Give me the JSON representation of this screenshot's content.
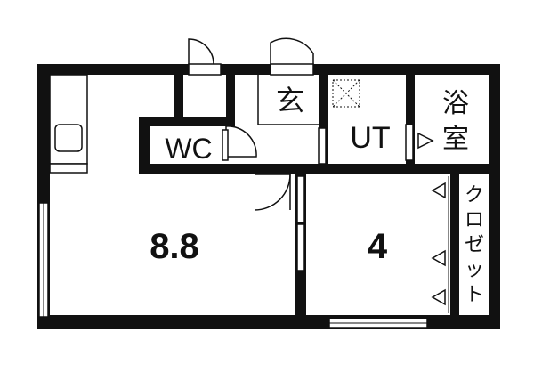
{
  "floor_plan": {
    "rooms": {
      "main_room_size": "8.8",
      "bedroom_size": "4",
      "toilet": "WC",
      "utility": "UT",
      "entrance": "玄",
      "bath_line1": "浴",
      "bath_line2": "室",
      "closet_chars": [
        "ク",
        "ロ",
        "ゼ",
        "ッ",
        "ト"
      ]
    },
    "colors": {
      "wall": "#111111",
      "floor": "#ffffff"
    }
  }
}
